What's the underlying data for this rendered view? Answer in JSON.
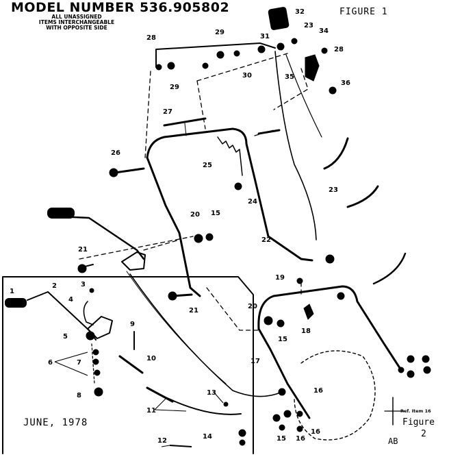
{
  "header": {
    "model": "MODEL NUMBER 536.905802",
    "note_lines": [
      "ALL UNASSIGNED",
      "ITEMS INTERCHANGEABLE",
      "WITH OPPOSITE SIDE"
    ]
  },
  "figure1_label": "FIGURE 1",
  "figure2_label": [
    "Figure",
    "2"
  ],
  "date": "JUNE, 1978",
  "reference_note": "Ref. Item 16",
  "page_code": "AB",
  "callouts": {
    "c1": "1",
    "c2": "2",
    "c3": "3",
    "c4": "4",
    "c5": "5",
    "c6": "6",
    "c7": "7",
    "c8": "8",
    "c9": "9",
    "c10": "10",
    "c11": "11",
    "c12": "12",
    "c13": "13",
    "c14": "14",
    "c15a": "15",
    "c15b": "15",
    "c15c": "15",
    "c16a": "16",
    "c16b": "16",
    "c16c": "16",
    "c17": "17",
    "c18": "18",
    "c19": "19",
    "c20a": "20",
    "c20b": "20",
    "c21a": "21",
    "c21b": "21",
    "c22": "22",
    "c23a": "23",
    "c23b": "23",
    "c24": "24",
    "c25": "25",
    "c26": "26",
    "c27": "27",
    "c28a": "28",
    "c28b": "28",
    "c29a": "29",
    "c29b": "29",
    "c30": "30",
    "c31": "31",
    "c32": "32",
    "c34": "34",
    "c35": "35",
    "c36": "36"
  }
}
